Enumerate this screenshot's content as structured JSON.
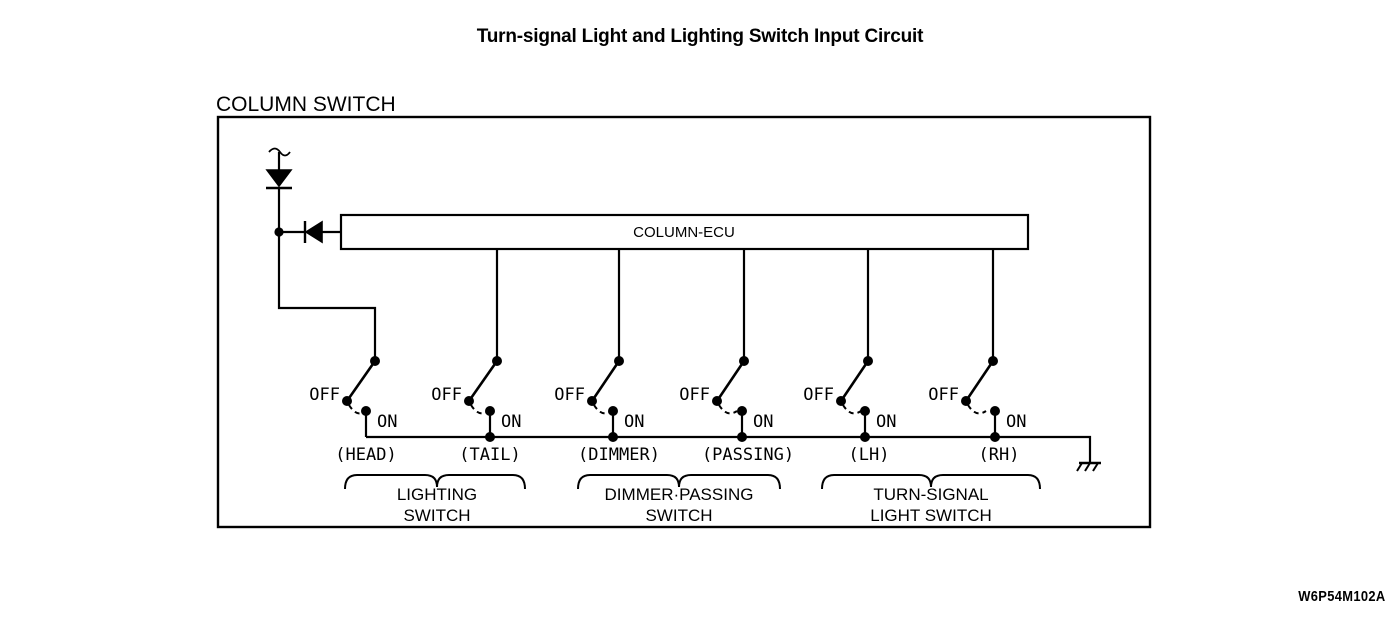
{
  "figure": {
    "title": "Turn-signal Light and Lighting Switch Input Circuit",
    "code": "W6P54M102A",
    "enclosure_label": "COLUMN SWITCH",
    "ecu_label": "COLUMN-ECU"
  },
  "switches": [
    {
      "off_label": "OFF",
      "on_label": "ON",
      "name": "(HEAD)"
    },
    {
      "off_label": "OFF",
      "on_label": "ON",
      "name": "(TAIL)"
    },
    {
      "off_label": "OFF",
      "on_label": "ON",
      "name": "(DIMMER)"
    },
    {
      "off_label": "OFF",
      "on_label": "ON",
      "name": "(PASSING)"
    },
    {
      "off_label": "OFF",
      "on_label": "ON",
      "name": "(LH)"
    },
    {
      "off_label": "OFF",
      "on_label": "ON",
      "name": "(RH)"
    }
  ],
  "groups": [
    {
      "line1": "LIGHTING",
      "line2": "SWITCH"
    },
    {
      "line1": "DIMMER·PASSING",
      "line2": "SWITCH"
    },
    {
      "line1": "TURN-SIGNAL",
      "line2": "LIGHT SWITCH"
    }
  ],
  "symbols": {
    "diode_supply": "diode-down",
    "diode_ecu": "diode-left",
    "ground": "chassis-ground",
    "wire_break": "wire-squiggle"
  },
  "colors": {
    "ink": "#000000",
    "background": "#ffffff"
  }
}
